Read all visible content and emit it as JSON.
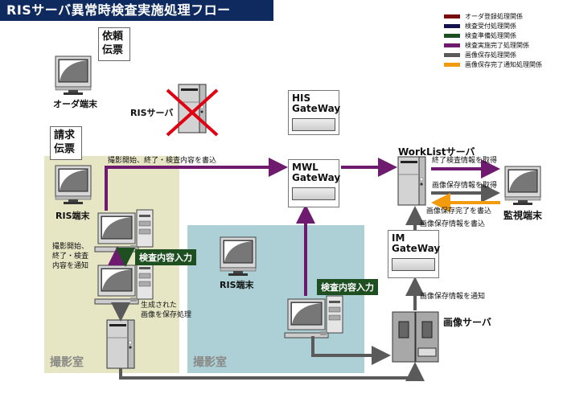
{
  "title": "RISサーバ異常時検査実施処理フロー",
  "legend": [
    {
      "label": "オーダ登録処理関係",
      "color": "#7a0b0b"
    },
    {
      "label": "検査受付処理関係",
      "color": "#14124e"
    },
    {
      "label": "検査準備処理関係",
      "color": "#1d4f21"
    },
    {
      "label": "検査実施完了処理関係",
      "color": "#6e1a6e"
    },
    {
      "label": "画像保存処理関係",
      "color": "#5a5a5a"
    },
    {
      "label": "画像保存完了通知処理関係",
      "color": "#f29b0f"
    }
  ],
  "nodes": {
    "order_terminal": "オーダ端末",
    "request_slip": [
      "依頼",
      "伝票"
    ],
    "ris_server": "RISサーバ",
    "his_gateway": [
      "HIS",
      "GateWay"
    ],
    "claim_slip": [
      "請求",
      "伝票"
    ],
    "ris_terminal_a": "RIS端末",
    "ris_terminal_b": "RIS端末",
    "mwl_gateway": [
      "MWL",
      "GateWay"
    ],
    "worklist_server": "WorkListサーバ",
    "monitor_terminal": "監視端末",
    "im_gateway": [
      "IM",
      "GateWay"
    ],
    "image_server": "画像サーバ"
  },
  "rooms": {
    "room_a": "撮影室",
    "room_b": "撮影室"
  },
  "flows": {
    "write_exam": "撮影開始、終了・検査内容を書込",
    "notify_exam": [
      "撮影開始、",
      "終了・検査",
      "内容を通知"
    ],
    "exam_input_a": "検査内容入力",
    "exam_input_b": "検査内容入力",
    "save_images": [
      "生成された",
      "画像を保存処理"
    ],
    "get_finished": "終了検査情報を取得",
    "get_image_info": "画像保存情報を取得",
    "write_save_complete": "画像保存完了を書込",
    "write_image_info": "画像保存情報を書込",
    "notify_image_info": "画像保存情報を通知"
  },
  "ris_server_status": "failed"
}
